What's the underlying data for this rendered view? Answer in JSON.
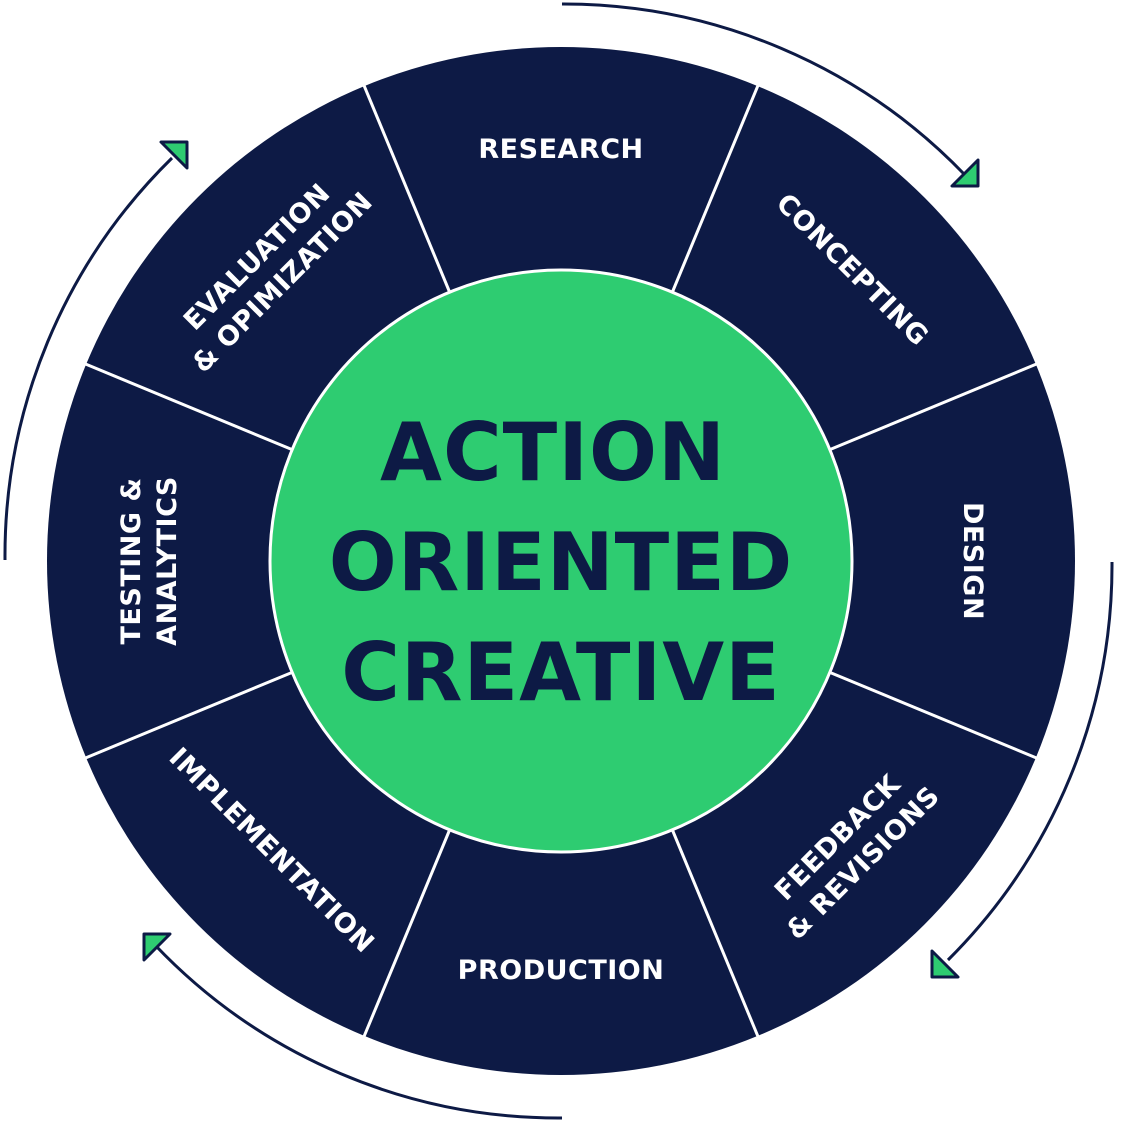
{
  "center": {
    "lines": [
      "ACTION",
      "ORIENTED",
      "CREATIVE"
    ]
  },
  "segments": [
    {
      "id": "research",
      "lines": [
        "RESEARCH"
      ]
    },
    {
      "id": "concepting",
      "lines": [
        "CONCEPTING"
      ]
    },
    {
      "id": "design",
      "lines": [
        "DESIGN"
      ]
    },
    {
      "id": "feedback-revisions",
      "lines": [
        "FEEDBACK",
        "& REVISIONS"
      ]
    },
    {
      "id": "production",
      "lines": [
        "PRODUCTION"
      ]
    },
    {
      "id": "implementation",
      "lines": [
        "IMPLEMENTATION"
      ]
    },
    {
      "id": "testing-analytics",
      "lines": [
        "TESTING &",
        "ANALYTICS"
      ]
    },
    {
      "id": "evaluation-optimization",
      "lines": [
        "EVALUATION",
        "& OPIMIZATION"
      ]
    }
  ],
  "colors": {
    "ring": "#0d1a45",
    "divider": "#ffffff",
    "center_fill": "#2ecc71",
    "center_text": "#0d1a45",
    "segment_text": "#ffffff",
    "arrow_line": "#0d1a45",
    "arrow_head": "#2ecc71"
  },
  "icons": [
    "arrowhead-icon"
  ]
}
